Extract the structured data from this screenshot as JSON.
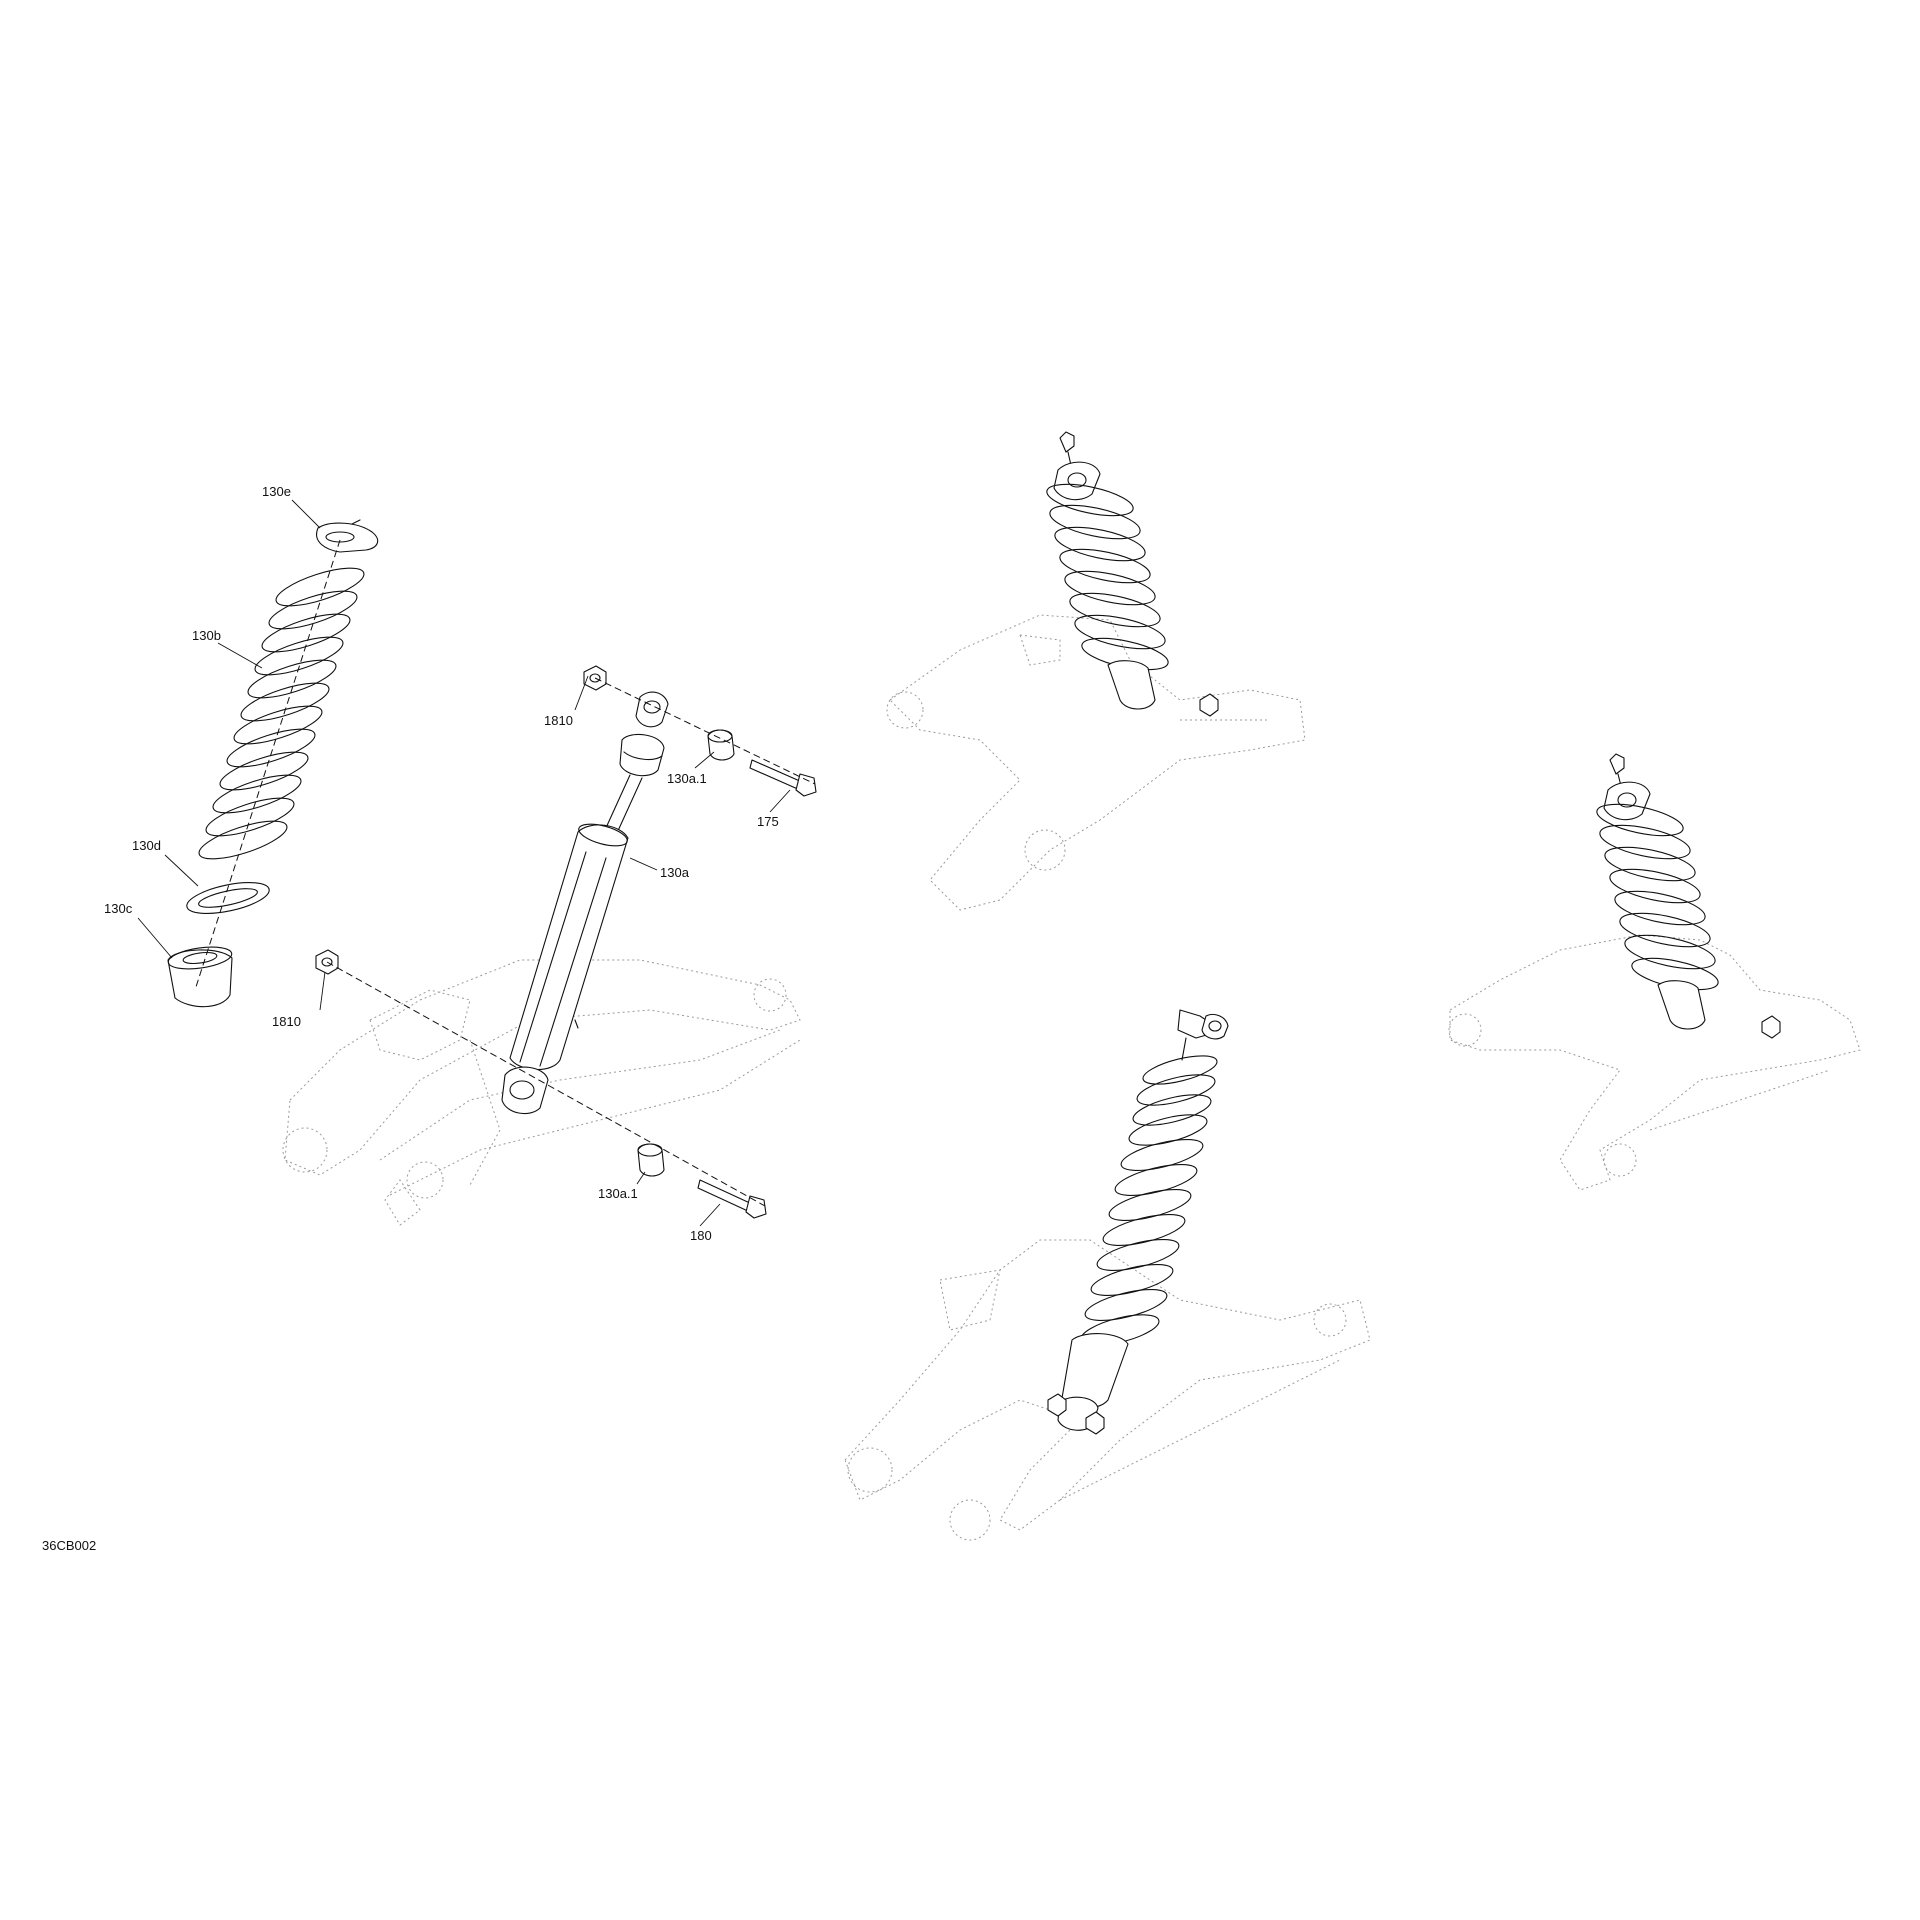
{
  "figure_code": "36CB002",
  "callouts": {
    "c130e": "130e",
    "c130b": "130b",
    "c130d": "130d",
    "c130c": "130c",
    "c1810_top": "1810",
    "c1810_bottom": "1810",
    "c130a1_top": "130a.1",
    "c130a1_bottom": "130a.1",
    "c175": "175",
    "c180": "180",
    "c130a": "130a"
  },
  "colors": {
    "line": "#111111",
    "ghost": "#9a9a9a",
    "background": "#ffffff"
  }
}
